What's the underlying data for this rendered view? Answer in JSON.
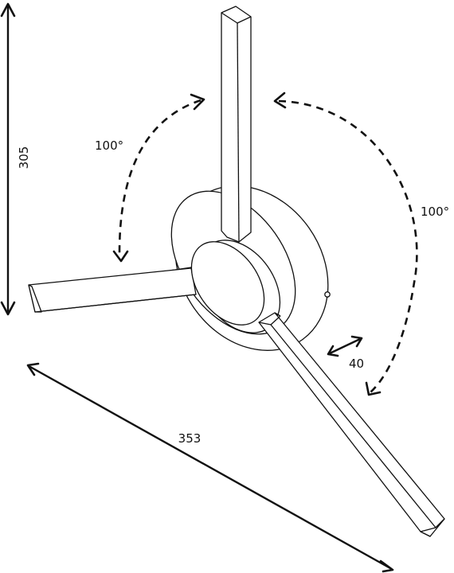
{
  "dimensions": {
    "height": "305",
    "width": "353",
    "depth": "40"
  },
  "angles": {
    "left": "100°",
    "right": "100°"
  }
}
